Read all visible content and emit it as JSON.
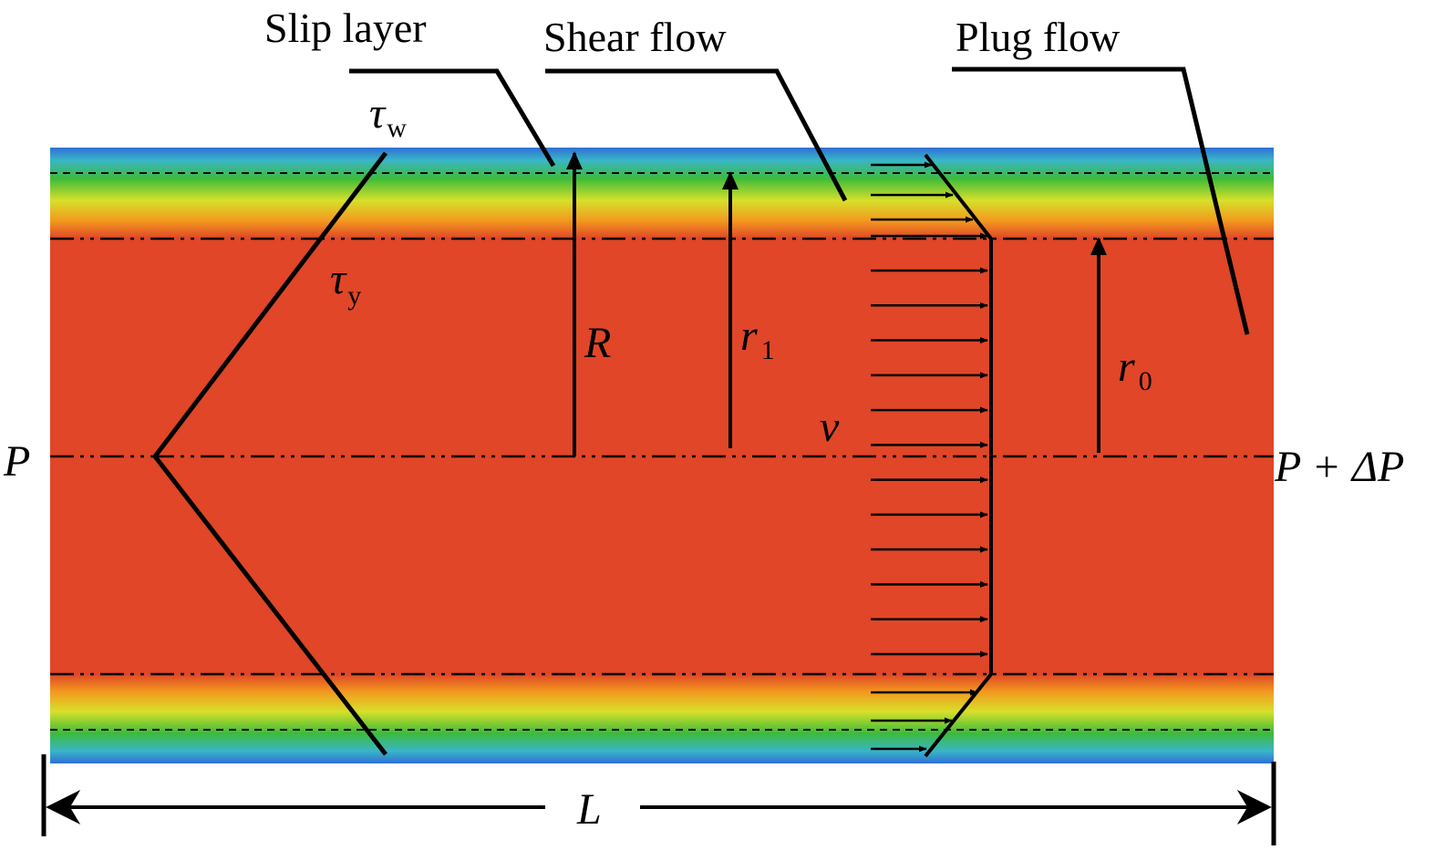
{
  "labels": {
    "slip_layer": "Slip layer",
    "shear_flow": "Shear flow",
    "plug_flow": "Plug flow"
  },
  "symbols": {
    "tau_w": {
      "base": "τ",
      "sub": "w"
    },
    "tau_y": {
      "base": "τ",
      "sub": "y"
    },
    "R": "R",
    "r1": {
      "base": "r",
      "sub": "1"
    },
    "r0": {
      "base": "r",
      "sub": "0"
    },
    "v": "v",
    "P": "P",
    "P_plus_dP": "P + ΔP",
    "L": "L"
  },
  "colors": {
    "plug_red": "#e04627",
    "orange": "#f39a1f",
    "yellow": "#d7e02a",
    "green": "#3dbb3a",
    "cyan": "#39b6c7",
    "blue": "#2f6fd6",
    "line": "#000000"
  },
  "velocity_profile": {
    "plug_arrow_count": 12
  }
}
